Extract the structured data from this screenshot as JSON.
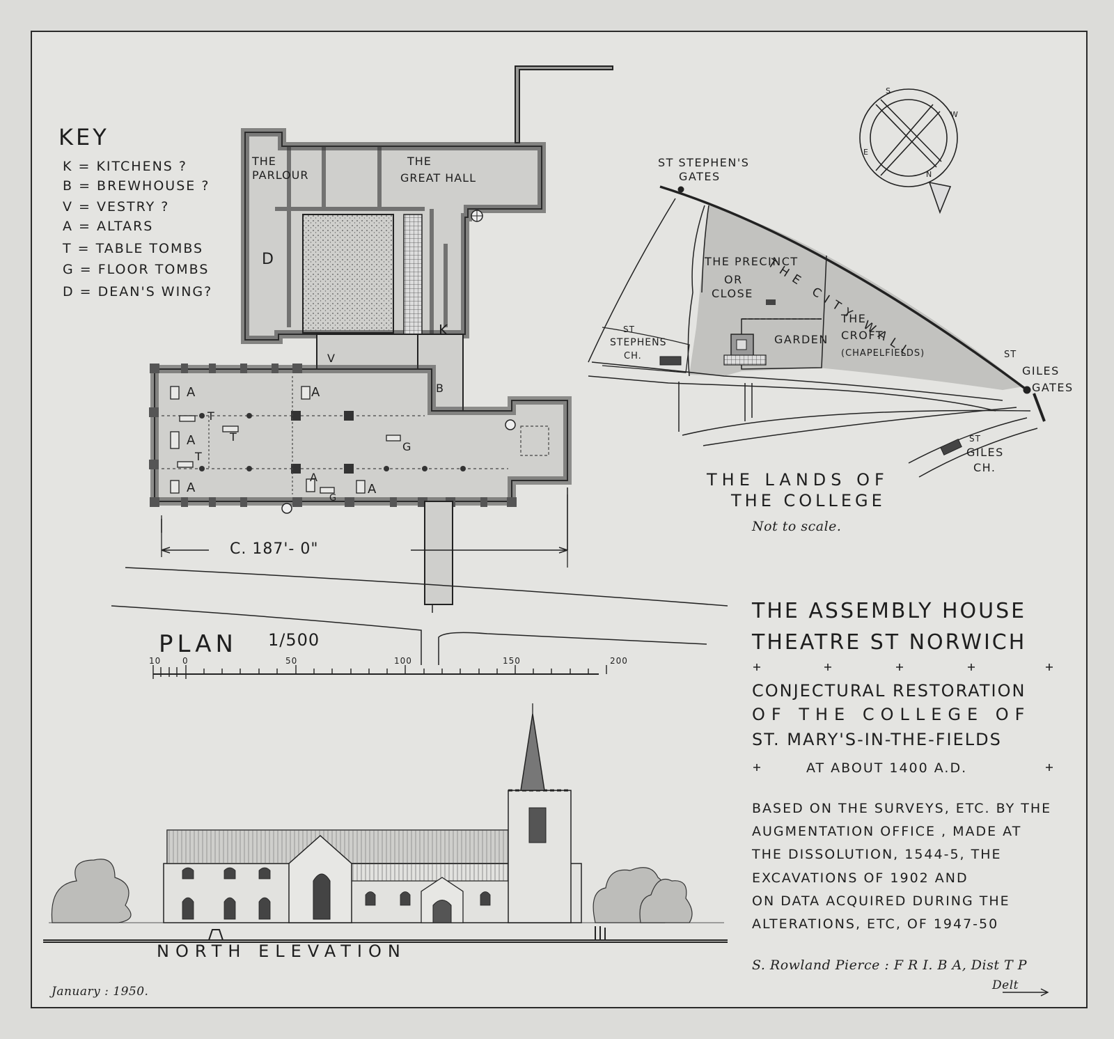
{
  "key": {
    "heading": "KEY",
    "items": [
      "K = KITCHENS ?",
      "B = BREWHOUSE ?",
      "V = VESTRY ?",
      "A = ALTARS",
      "T = TABLE TOMBS",
      "G = FLOOR TOMBS",
      "D = DEAN'S WING?"
    ]
  },
  "plan": {
    "room_parlour_1": "THE",
    "room_parlour_2": "PARLOUR",
    "room_hall_1": "THE",
    "room_hall_2": "GREAT HALL",
    "letters": [
      "D",
      "K",
      "V",
      "B",
      "A",
      "A",
      "A",
      "A",
      "A",
      "A",
      "T",
      "T",
      "T",
      "G",
      "G"
    ],
    "dimension": "C. 187'- 0\"",
    "title": "PLAN",
    "scale": "1/500",
    "scale_ticks": [
      "10",
      "0",
      "50",
      "100",
      "150",
      "200"
    ]
  },
  "map": {
    "st_stephens_gates": [
      "ST STEPHEN'S",
      "GATES"
    ],
    "city_wall": "THE CITY WALL",
    "precinct": [
      "THE PRECINCT",
      "OR",
      "CLOSE"
    ],
    "croft": [
      "THE",
      "CROFT",
      "(CHAPELFIELDS)"
    ],
    "garden": "GARDEN",
    "st_stephens_ch": [
      "ST",
      "STEPHENS",
      "CH."
    ],
    "st_giles_gates": [
      "ST",
      "GILES",
      "GATES"
    ],
    "st_giles_ch": [
      "ST",
      "GILES",
      "CH."
    ],
    "title_1": "THE LANDS OF",
    "title_2": "THE COLLEGE",
    "note": "Not to scale.",
    "compass": [
      "S",
      "W",
      "E",
      "N"
    ]
  },
  "title_block": {
    "line1": "THE ASSEMBLY HOUSE",
    "line2": "THEATRE ST NORWICH",
    "line3": "CONJECTURAL RESTORATION",
    "line4": "OF THE COLLEGE OF",
    "line5": "ST. MARY'S-IN-THE-FIELDS",
    "line6": "AT ABOUT 1400 A.D.",
    "body": [
      "BASED ON THE SURVEYS, ETC. BY THE",
      "AUGMENTATION OFFICE , MADE AT",
      "THE DISSOLUTION, 1544-5, THE",
      "EXCAVATIONS OF 1902 AND",
      "ON DATA ACQUIRED DURING THE",
      "ALTERATIONS, ETC, OF 1947-50"
    ],
    "signature": "S. Rowland Pierce : F R I. B A, Dist T P",
    "signature_2": "Delt"
  },
  "elevation": {
    "label": "NORTH ELEVATION"
  },
  "date": "January : 1950."
}
